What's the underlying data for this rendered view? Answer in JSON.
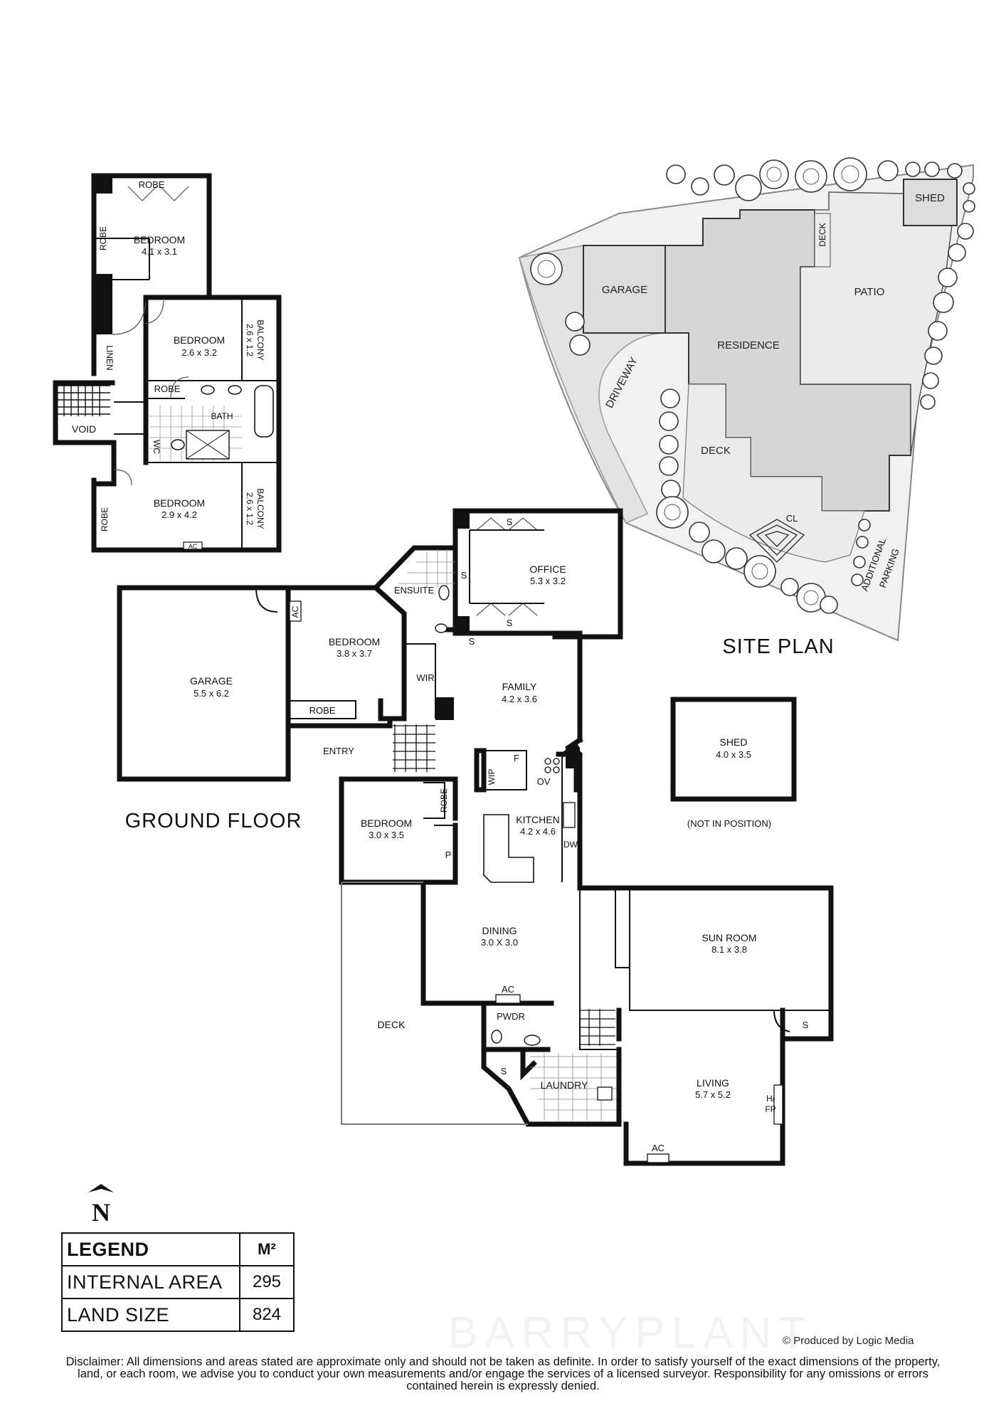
{
  "ground_floor": {
    "title": "GROUND FLOOR",
    "garage": {
      "name": "GARAGE",
      "dim": "5.5 x 6.2"
    },
    "bedroom_main": {
      "name": "BEDROOM",
      "dim": "3.8 x 3.7"
    },
    "bedroom_small": {
      "name": "BEDROOM",
      "dim": "3.0 x 3.5"
    },
    "office": {
      "name": "OFFICE",
      "dim": "5.3 x 3.2"
    },
    "family": {
      "name": "FAMILY",
      "dim": "4.2 x 3.6"
    },
    "kitchen": {
      "name": "KITCHEN",
      "dim": "4.2 x 4.6"
    },
    "dining": {
      "name": "DINING",
      "dim": "3.0 X 3.0"
    },
    "sun_room": {
      "name": "SUN ROOM",
      "dim": "8.1 x 3.8"
    },
    "living": {
      "name": "LIVING",
      "dim": "5.7 x 5.2"
    },
    "labels": {
      "ensuite": "ENSUITE",
      "wir": "WIR",
      "robe": "ROBE",
      "entry": "ENTRY",
      "deck": "DECK",
      "pwdr": "PWDR",
      "laundry": "LAUNDRY",
      "wip": "WIP",
      "ac": "AC",
      "s": "S",
      "p": "P",
      "f": "F",
      "ov": "OV",
      "dw": "DW",
      "hfp_1": "H/",
      "hfp_2": "FP"
    }
  },
  "upper_floor": {
    "bedroom_1": {
      "name": "BEDROOM",
      "dim": "4.1 x 3.1"
    },
    "bedroom_2": {
      "name": "BEDROOM",
      "dim": "2.6 x 3.2"
    },
    "bedroom_3": {
      "name": "BEDROOM",
      "dim": "2.9 x 4.2"
    },
    "balcony_1": {
      "name": "BALCONY",
      "dim": "2.6 x 1.2"
    },
    "balcony_2": {
      "name": "BALCONY",
      "dim": "2.6 x 1.2"
    },
    "labels": {
      "robe": "ROBE",
      "linen": "LINEN",
      "void": "VOID",
      "bath": "BATH",
      "wc": "WC",
      "ac": "AC"
    }
  },
  "site_plan": {
    "title": "SITE PLAN",
    "garage": "GARAGE",
    "residence": "RESIDENCE",
    "patio": "PATIO",
    "deck_top": "DECK",
    "deck": "DECK",
    "driveway": "DRIVEWAY",
    "shed": "SHED",
    "cl": "CL",
    "parking_1": "ADDITIONAL",
    "parking_2": "PARKING"
  },
  "shed": {
    "name": "SHED",
    "dim": "4.0 x 3.5",
    "note": "(NOT IN POSITION)"
  },
  "north": "N",
  "legend": {
    "header": "LEGEND",
    "unit": "M²",
    "rows": [
      {
        "label": "INTERNAL AREA",
        "value": "295"
      },
      {
        "label": "LAND SIZE",
        "value": "824"
      }
    ]
  },
  "watermark": "BARRYPLANT",
  "credit": "Produced by Logic Media",
  "disclaimer": "Disclaimer: All dimensions and areas stated are approximate only and should not be taken as definite. In order to satisfy yourself of the exact dimensions of the property, land, or each room, we advise you to conduct your own measurements and/or engage the services of a licensed surveyor. Responsibility for any omissions or errors contained herein is expressly denied."
}
